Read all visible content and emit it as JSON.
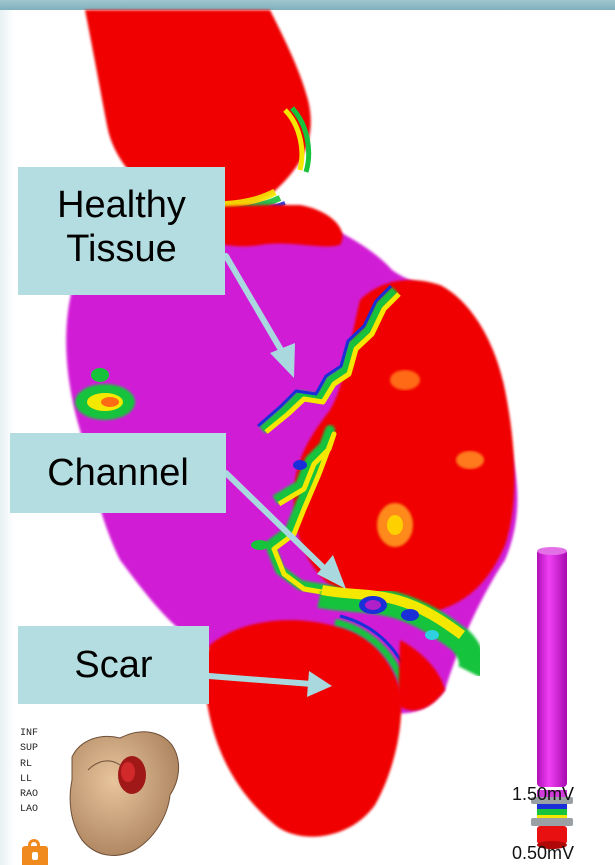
{
  "callouts": {
    "healthy_line1": "Healthy",
    "healthy_line2": "Tissue",
    "channel": "Channel",
    "scar": "Scar"
  },
  "view_buttons": [
    "INF",
    "SUP",
    "RL",
    "LL",
    "RAO",
    "LAO"
  ],
  "color_scale": {
    "max_label": "1.50mV",
    "min_label": "0.50mV"
  },
  "colors": {
    "healthy": "#d11ad6",
    "scar": "#f00000",
    "callout_bg": "#b3dde1",
    "arrow": "#a9d9de"
  },
  "icons": {
    "orientation": "heart-thumbnail-icon",
    "lock": "lock-icon"
  }
}
